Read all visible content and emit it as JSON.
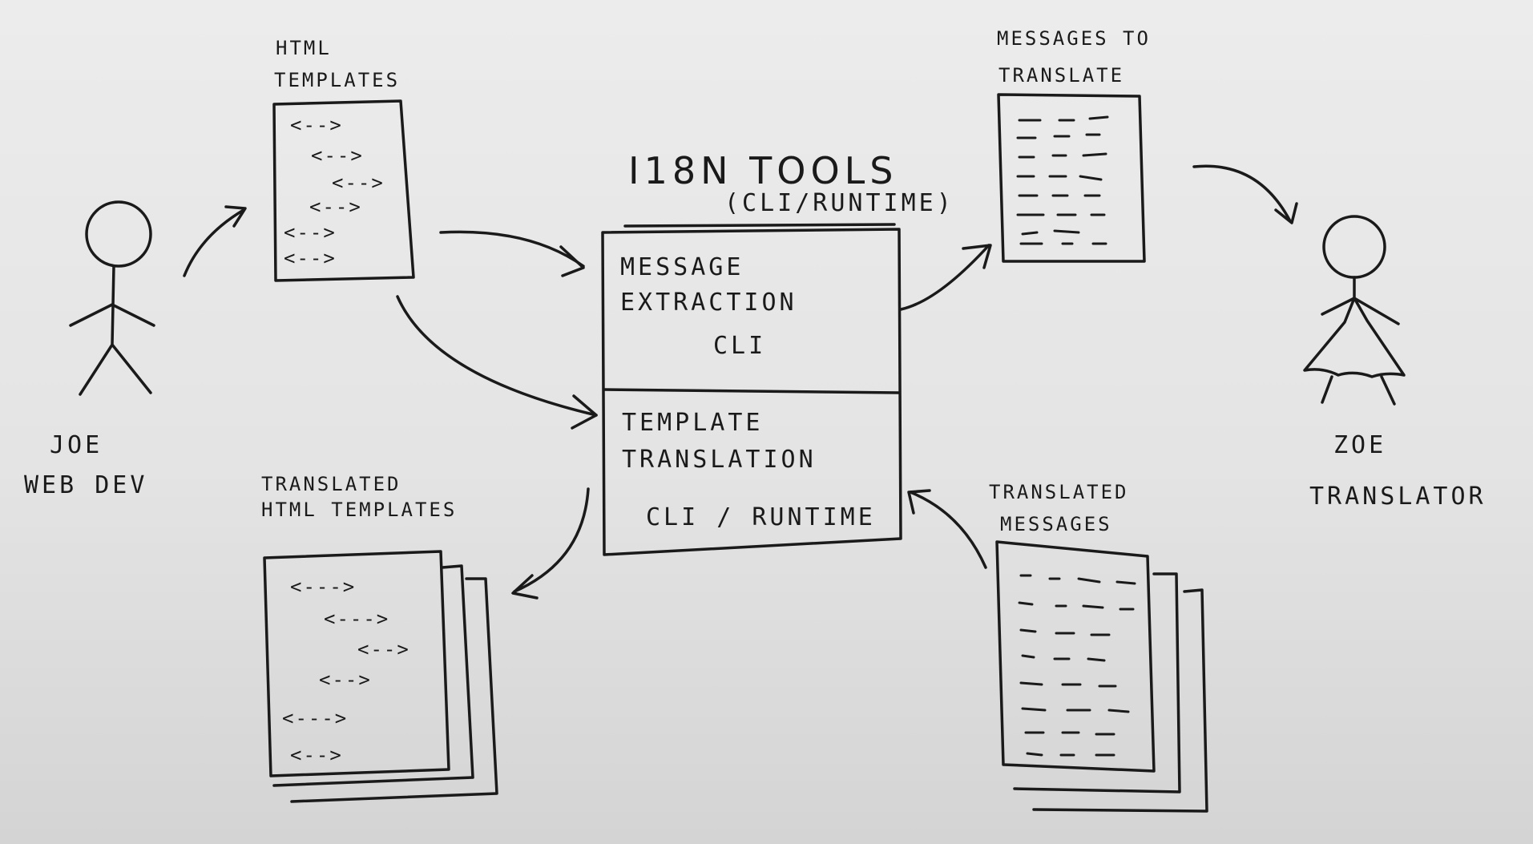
{
  "actors": {
    "dev": {
      "name": "JOE",
      "role": "WEB DEV"
    },
    "translator": {
      "name": "ZOE",
      "role": "TRANSLATOR"
    }
  },
  "documents": {
    "html_templates": {
      "title_line1": "HTML",
      "title_line2": "TEMPLATES",
      "tags": [
        "<-->",
        "<-->",
        "<-->",
        "<-->",
        "<-->",
        "<-->"
      ]
    },
    "messages_to_translate": {
      "title_line1": "MESSAGES TO",
      "title_line2": "TRANSLATE"
    },
    "translated_templates": {
      "title_line1": "TRANSLATED",
      "title_line2": "HTML TEMPLATES",
      "tags": [
        "<--->",
        "<--->",
        "<-->",
        "<-->",
        "<--->",
        "<-->"
      ]
    },
    "translated_messages": {
      "title_line1": "TRANSLATED",
      "title_line2": "MESSAGES"
    }
  },
  "tools": {
    "title": "I18N TOOLS",
    "subtitle": "(CLI/RUNTIME)",
    "extraction": {
      "line1": "MESSAGE",
      "line2": "EXTRACTION",
      "line3": "CLI"
    },
    "translation": {
      "line1": "TEMPLATE",
      "line2": "TRANSLATION",
      "line3": "CLI / RUNTIME"
    }
  }
}
